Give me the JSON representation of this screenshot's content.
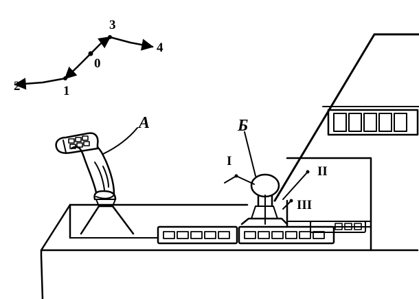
{
  "scheme": {
    "pos_0": "0",
    "pos_1": "1",
    "pos_2": "2",
    "pos_3": "3",
    "pos_4": "4"
  },
  "joystick": {
    "label": "А"
  },
  "lever": {
    "label": "Б",
    "pos_1": "I",
    "pos_2": "II",
    "pos_3": "III"
  },
  "colors": {
    "ink": "#000000",
    "paper": "#ffffff"
  }
}
